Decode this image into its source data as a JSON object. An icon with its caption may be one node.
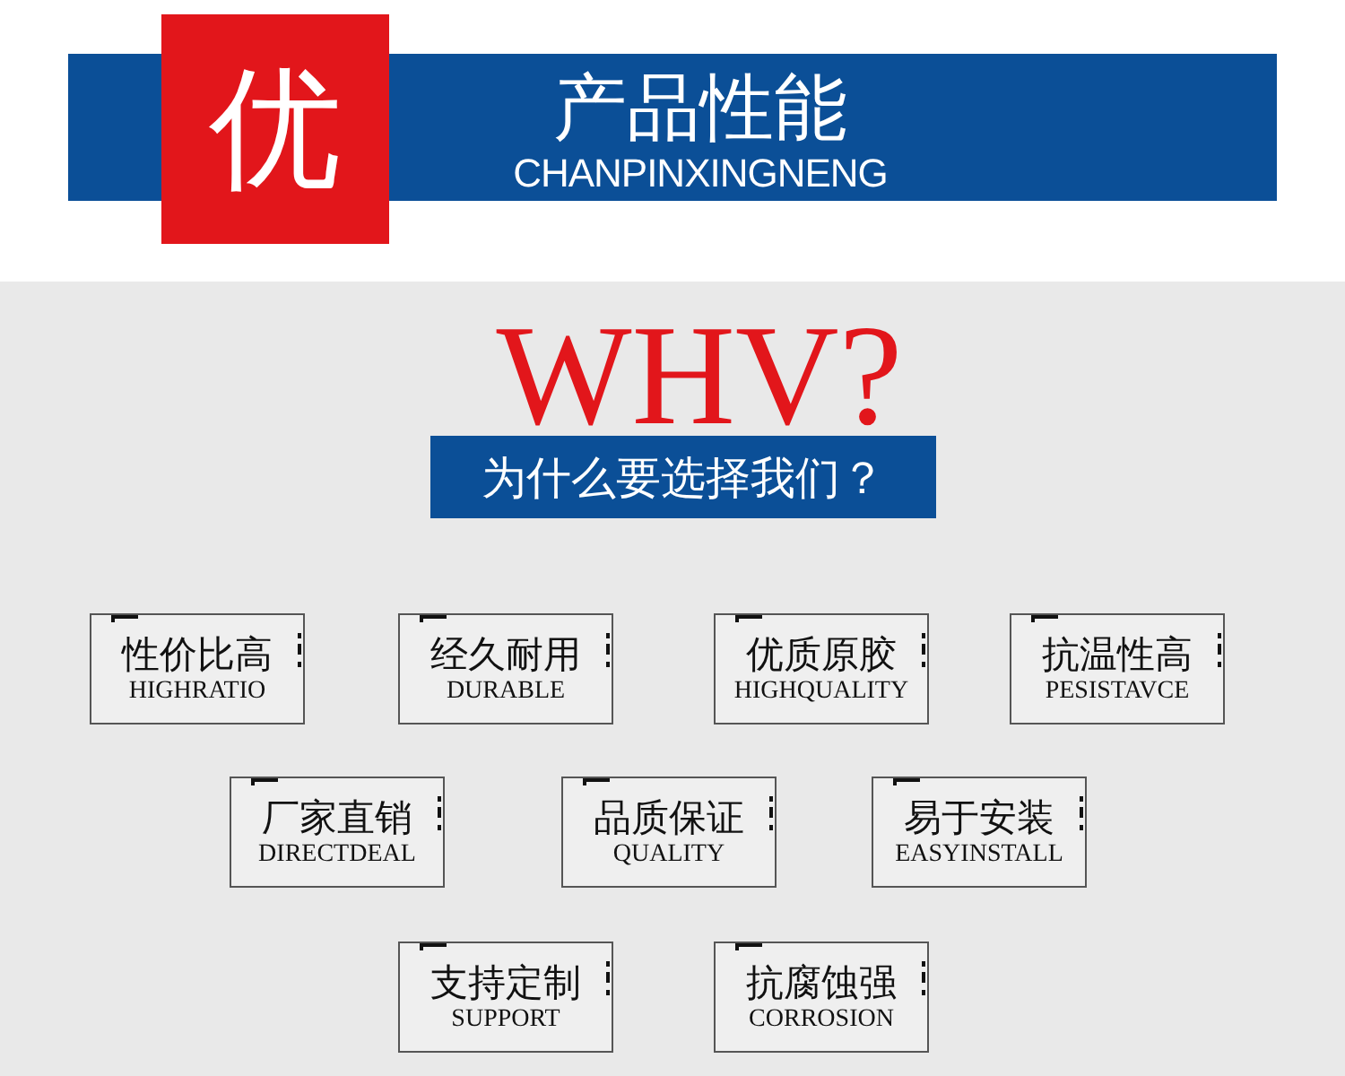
{
  "diagram": {
    "nodes": [
      {
        "text": [
          "优"
        ]
      },
      {
        "text": [
          "产品性能",
          "CHANPINXINGNENG"
        ]
      },
      {
        "text": [
          "为什么要选择我们？"
        ]
      },
      {
        "text": [
          "性价比高",
          "HIGHRATIO"
        ]
      },
      {
        "text": [
          "经久耐用",
          "DURABLE"
        ]
      },
      {
        "text": [
          "优质原胶",
          "HIGHQUALITY"
        ]
      },
      {
        "text": [
          "抗温性高",
          "PESISTAVCE"
        ]
      },
      {
        "text": [
          "厂家直销",
          "DIRECTDEAL"
        ]
      },
      {
        "text": [
          "品质保证",
          "QUALITY"
        ]
      },
      {
        "text": [
          "易于安装",
          "EASYINSTALL"
        ]
      },
      {
        "text": [
          "支持定制",
          "SUPPORT"
        ]
      },
      {
        "text": [
          "抗腐蚀强",
          "CORROSION"
        ]
      },
      {
        "text": [],
        "shape": "bar"
      }
    ],
    "labels": [
      "WHV?"
    ]
  }
}
